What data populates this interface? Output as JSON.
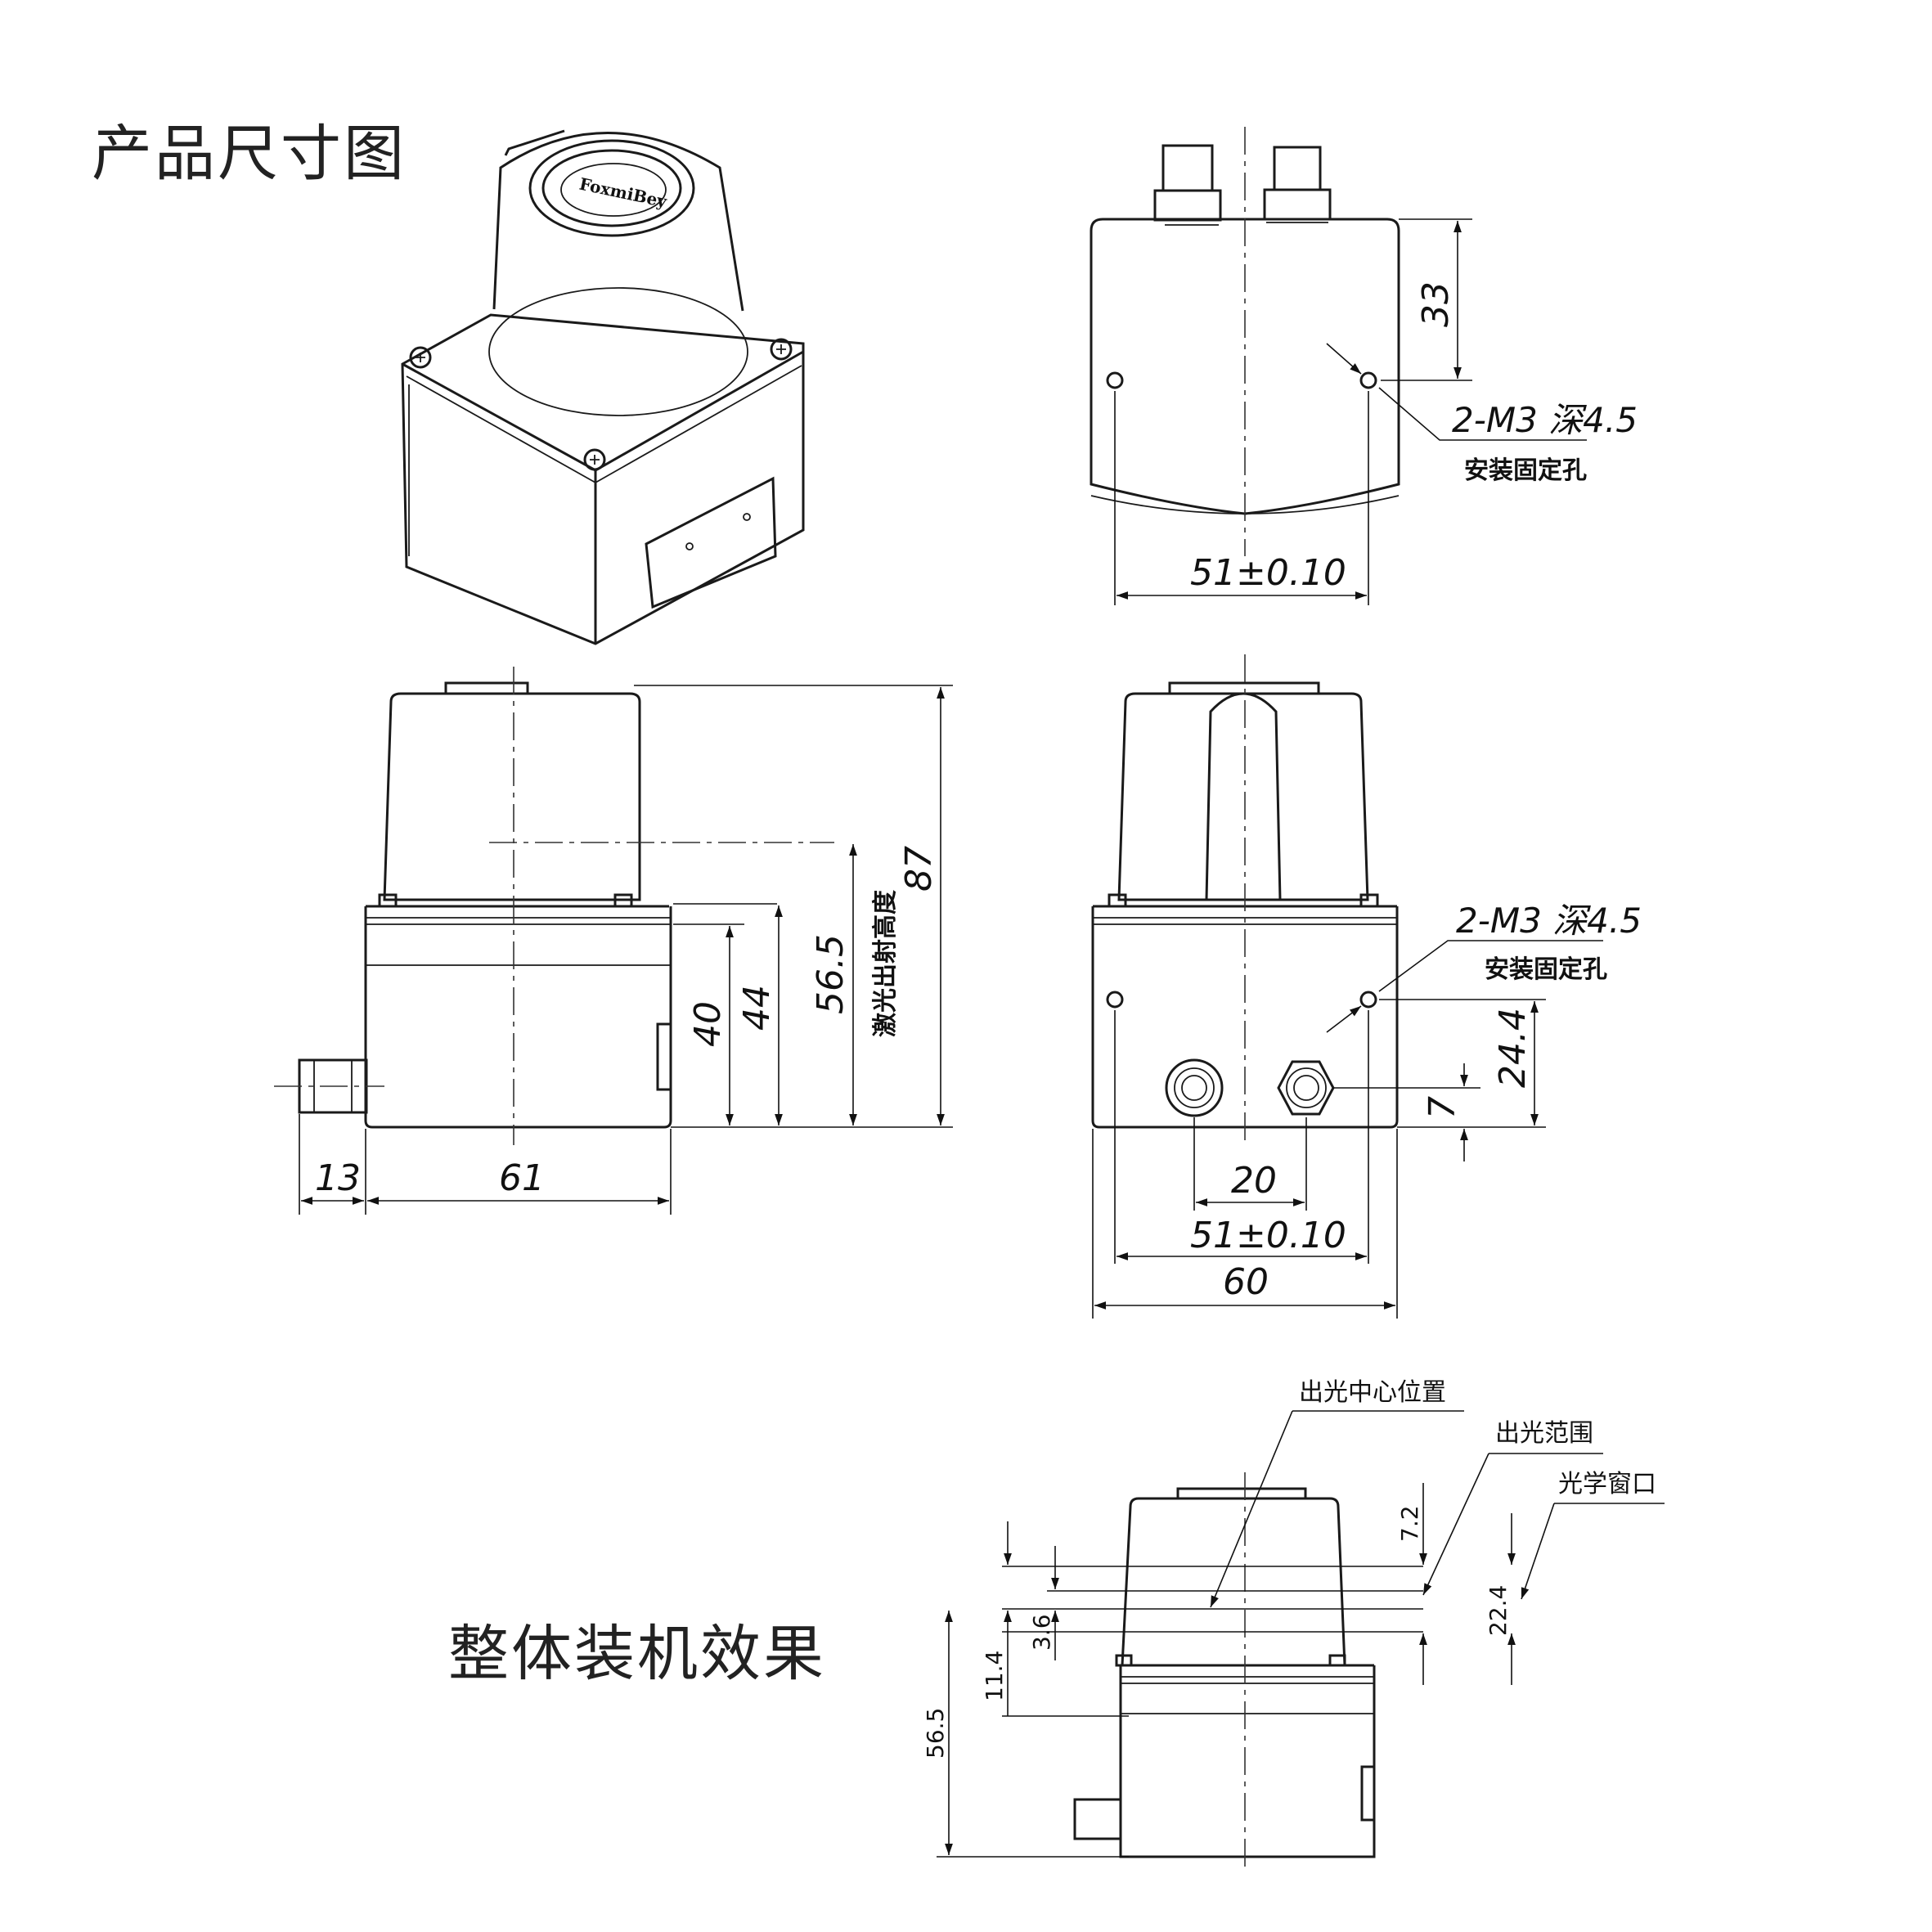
{
  "titles": {
    "product_dimensions": "产品尺寸图",
    "overall_install": "整体装机效果"
  },
  "logo_text": "FoxmiBey",
  "top_view": {
    "dim_33": "33",
    "dim_51": "51±0.10",
    "hole_note": "2-M3 深4.5",
    "hole_label": "安装固定孔"
  },
  "side_view": {
    "dim_87": "87",
    "dim_40": "40",
    "dim_44": "44",
    "dim_56_5": "56.5",
    "emit_height_label": "激光出射高度",
    "dim_13": "13",
    "dim_61": "61"
  },
  "front_view": {
    "hole_note": "2-M3 深4.5",
    "hole_label": "安装固定孔",
    "dim_24_4": "24.4",
    "dim_7": "7",
    "dim_20": "20",
    "dim_51": "51±0.10",
    "dim_60": "60"
  },
  "install_view": {
    "label_center": "出光中心位置",
    "label_range": "出光范围",
    "label_window": "光学窗口",
    "dim_7_2": "7.2",
    "dim_22_4": "22.4",
    "dim_3_6": "3.6",
    "dim_11_4": "11.4",
    "dim_56_5": "56.5"
  }
}
